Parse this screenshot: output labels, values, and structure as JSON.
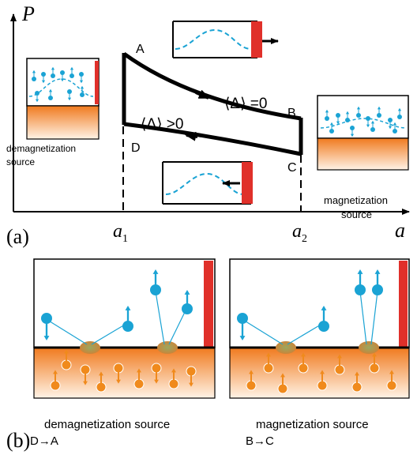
{
  "panel_a": {
    "label": "(a)",
    "axis_y": "P",
    "axis_x": "a",
    "tick_a1": {
      "base": "a",
      "sub": "1"
    },
    "tick_a2": {
      "base": "a",
      "sub": "2"
    },
    "points": {
      "A": "A",
      "B": "B",
      "C": "C",
      "D": "D"
    },
    "eq_zero": "⟨Δ⟩ =0",
    "gt_zero": "⟨Δ⟩ >0",
    "left_source": {
      "line1": "demagnetization",
      "line2": "source"
    },
    "right_source": {
      "line1": "magnetization",
      "line2": "source"
    }
  },
  "panel_b": {
    "label": "(b)",
    "left_caption": "demagnetization source",
    "left_transition": "D→A",
    "right_caption": "magnetization source",
    "right_transition": "B→C"
  },
  "colors": {
    "wave": "#1aa3d4",
    "particle": "#1aa3d4",
    "source_particle": "#f08a1c",
    "piston": "#e0302a",
    "source_top": "#f07a1e",
    "source_bottom": "#fff3e6"
  }
}
